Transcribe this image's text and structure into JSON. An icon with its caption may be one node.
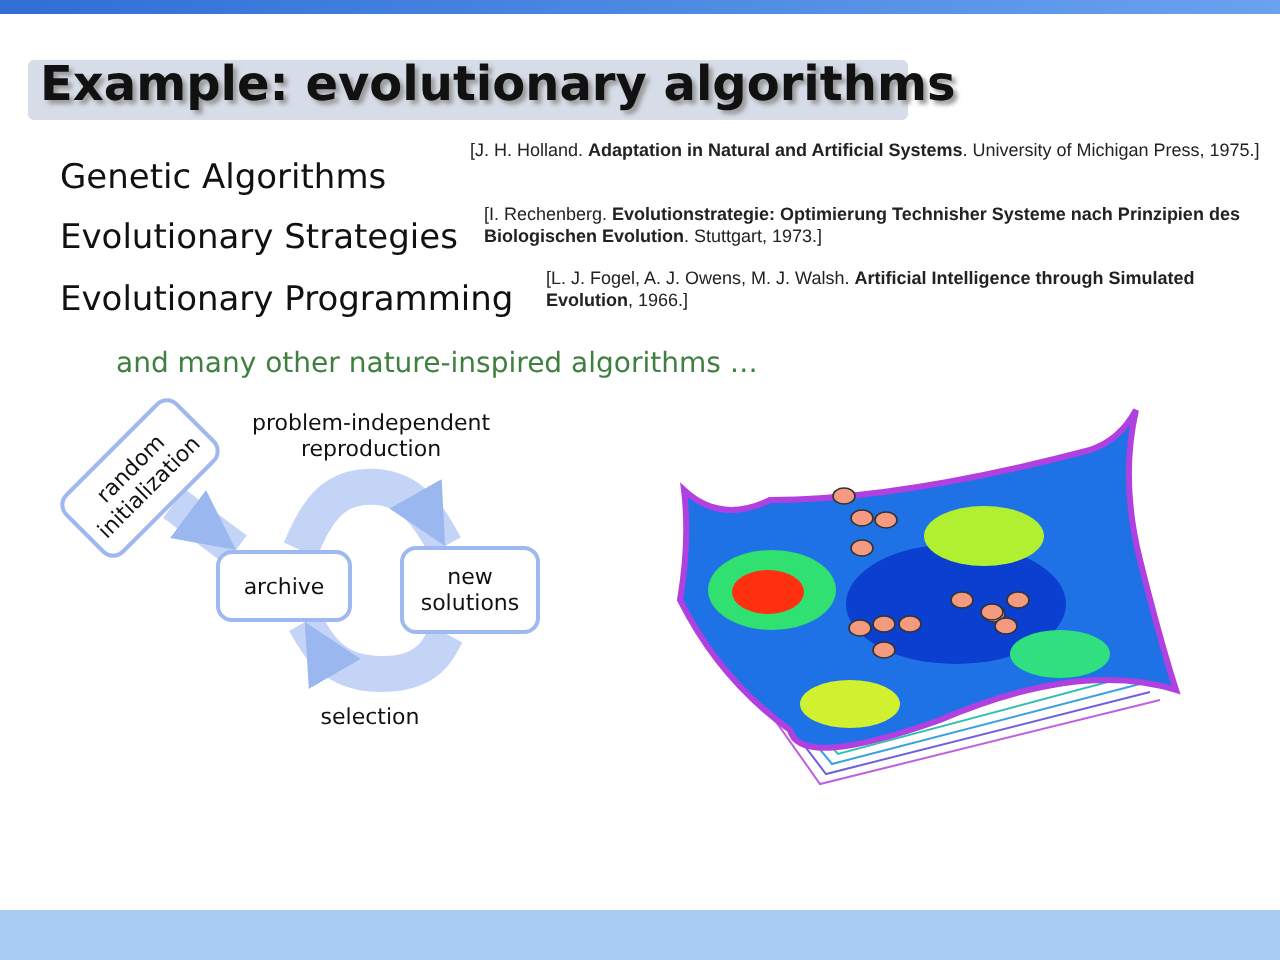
{
  "diagram": {
    "title": "Example: evolutionary algorithms",
    "nodes": [
      {
        "text": [
          "random initialization"
        ]
      },
      {
        "text": [
          "archive"
        ]
      },
      {
        "text": [
          "new solutions"
        ]
      }
    ],
    "edges": [
      {
        "from": 0,
        "to": 1,
        "arrow": "to"
      },
      {
        "from": 1,
        "to": 2,
        "arrow": "to",
        "label": "problem-independent reproduction"
      },
      {
        "from": 2,
        "to": 1,
        "arrow": "to",
        "label": "selection"
      }
    ],
    "labels": [
      "Genetic Algorithms",
      "[J. H. Holland. **Adaptation in Natural and Artificial Systems**. University of Michigan Press, 1975.]",
      "Evolutionary Strategies",
      "[I. Rechenberg. **Evolutionstrategie: Optimierung Technisher Systeme nach Prinzipien des Biologischen Evolution**. Stuttgart, 1973.]",
      "Evolutionary Programming",
      "[L. J. Fogel, A. J. Owens, M. J. Walsh. **Artificial Intelligence through Simulated Evolution**, 1966.]",
      "and many other nature-inspired algorithms …"
    ]
  }
}
